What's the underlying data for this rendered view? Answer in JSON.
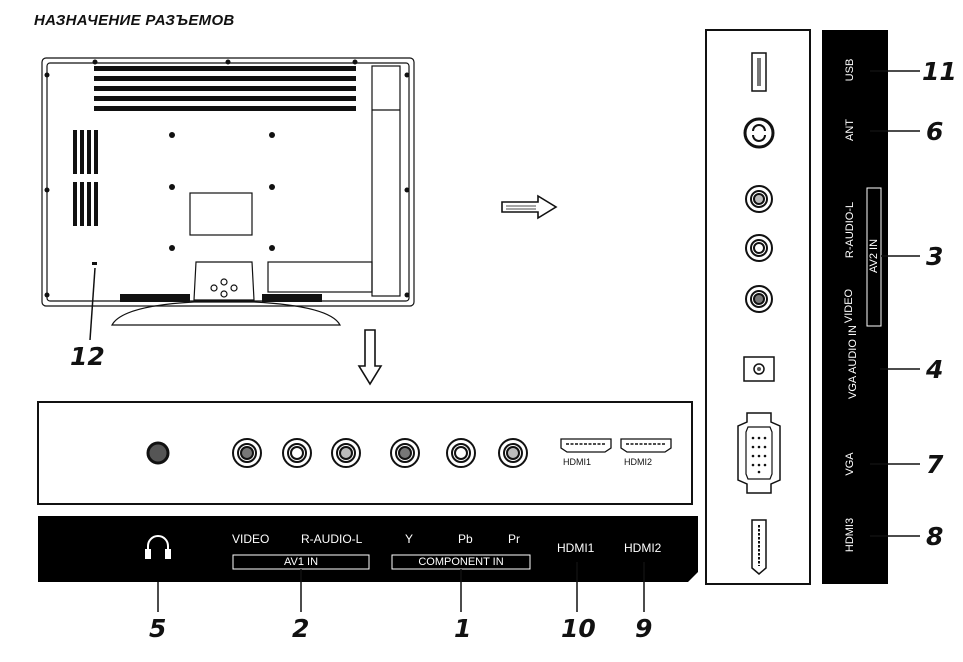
{
  "title": "НАЗНАЧЕНИЕ РАЗЪЕМОВ",
  "bottom_panel": {
    "labels": {
      "video": "VIDEO",
      "r_audio_l": "R-AUDIO-L",
      "y": "Y",
      "pb": "Pb",
      "pr": "Pr",
      "hdmi1": "HDMI1",
      "hdmi2": "HDMI2",
      "av1_in": "AV1 IN",
      "component_in": "COMPONENT IN"
    },
    "port_labels": {
      "hdmi1": "HDMI1",
      "hdmi2": "HDMI2"
    },
    "numbers": {
      "headphone": "5",
      "av1": "2",
      "component": "1",
      "hdmi1": "10",
      "hdmi2": "9"
    }
  },
  "side_panel": {
    "labels": {
      "usb": "USB",
      "ant": "ANT",
      "r_audio_l": "R-AUDIO-L",
      "av2_in": "AV2 IN",
      "video": "VIDEO",
      "vga_audio_in": "VGA AUDIO IN",
      "vga": "VGA",
      "hdmi3": "HDMI3"
    },
    "numbers": {
      "usb": "11",
      "ant": "6",
      "av2": "3",
      "vga_audio": "4",
      "vga": "7",
      "hdmi3": "8"
    }
  },
  "tv_back": {
    "number": "12"
  }
}
